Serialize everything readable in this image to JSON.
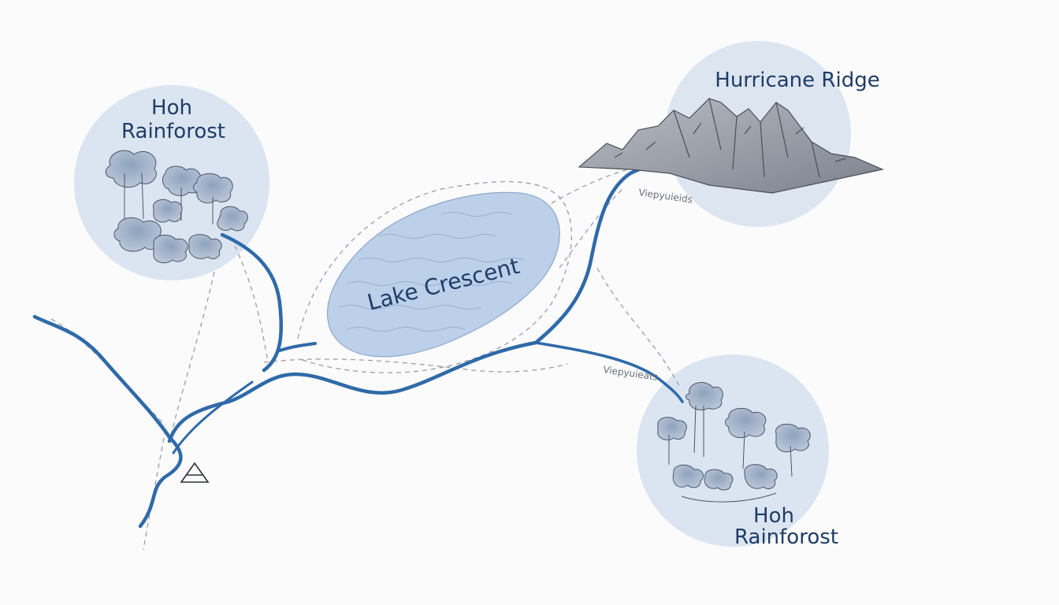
{
  "places": {
    "hoh_rainforest_nw": {
      "label_line1": "Hoh",
      "label_line2": "Rainforost"
    },
    "hurricane_ridge": {
      "label": "Hurricane Ridge"
    },
    "lake_crescent": {
      "label": "Lake Crescent"
    },
    "hoh_rainforest_se": {
      "label_line1": "Hoh",
      "label_line2": "Rainforost"
    }
  },
  "annotations": {
    "ridge_viewpoint_note": "Viepyuieids",
    "forest_viewpoint_note": "Viepyuieats"
  },
  "icons": {
    "camp_marker": "triangle-camp-icon",
    "mountains": "mountain-range-icon",
    "trees": "forest-trees-icon"
  },
  "colors": {
    "river": "#2f6aa8",
    "feature_circle": "#dbe4f1",
    "lake_fill": "#bcd0ea",
    "trail": "#9a9ea6",
    "label": "#1f3d66"
  }
}
